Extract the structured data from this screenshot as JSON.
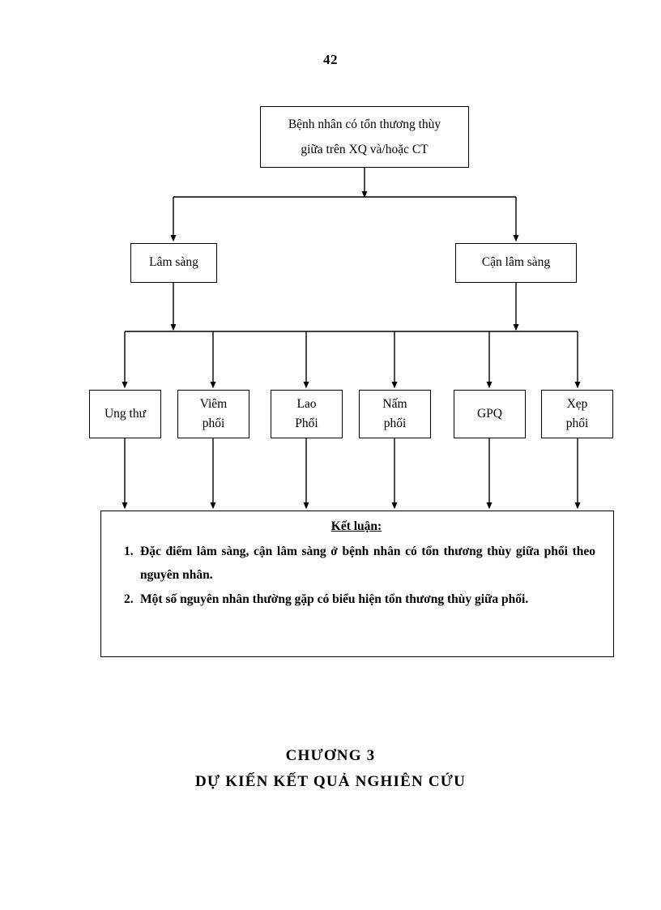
{
  "page": {
    "number": "42"
  },
  "diagram": {
    "root": {
      "label": "Bệnh nhân có tổn thương thùy\ngiữa trên XQ và/hoặc CT"
    },
    "branches": [
      {
        "label": "Lâm sàng"
      },
      {
        "label": "Cận lâm sàng"
      }
    ],
    "causes": [
      {
        "label": "Ung thư"
      },
      {
        "label": "Viêm\nphổi"
      },
      {
        "label": "Lao\nPhổi"
      },
      {
        "label": "Nấm\nphổi"
      },
      {
        "label": "GPQ"
      },
      {
        "label": "Xẹp\nphổi"
      }
    ],
    "conclusion": {
      "title": "Kết luận:",
      "items": [
        {
          "marker": "1.",
          "text": "Đặc điểm lâm sàng, cận lâm sàng ở bệnh nhân có tổn thương thùy giữa phổi theo nguyên nhân."
        },
        {
          "marker": "2.",
          "text": "Một số nguyên nhân thường gặp có biểu hiện tổn thương thùy giữa phổi."
        }
      ]
    },
    "line_color": "#000000"
  },
  "chapter": {
    "number": "CHƯƠNG 3",
    "title": "DỰ KIẾN KẾT QUẢ NGHIÊN CỨU"
  }
}
